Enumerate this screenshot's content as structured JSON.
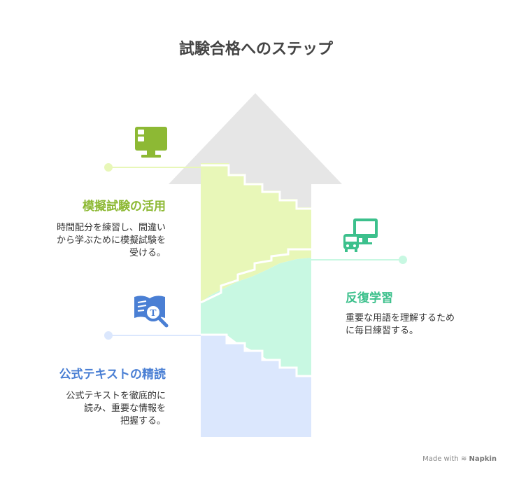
{
  "title": "試験合格へのステップ",
  "colors": {
    "arrow_head": "#e6e6e6",
    "step1": "#e8f7b8",
    "step2": "#c8f8e2",
    "step3": "#dbe7fd",
    "step1_accent": "#8db934",
    "step2_accent": "#3cc08c",
    "step3_accent": "#4a7fd4"
  },
  "steps": [
    {
      "title": "模擬試験の活用",
      "description_lines": [
        "時間配分を練習し、間違い",
        "から学ぶために模擬試験を",
        "受ける。"
      ],
      "icon": "monitor-icon"
    },
    {
      "title": "反復学習",
      "description_lines": [
        "重要な用語を理解するため",
        "に毎日練習する。"
      ],
      "icon": "computer-and-bus-icon"
    },
    {
      "title": "公式テキストの精読",
      "description_lines": [
        "公式テキストを徹底的に",
        "読み、重要な情報を",
        "把握する。"
      ],
      "icon": "book-search-icon"
    }
  ],
  "footer": {
    "made_with": "Made with",
    "brand": "Napkin"
  }
}
